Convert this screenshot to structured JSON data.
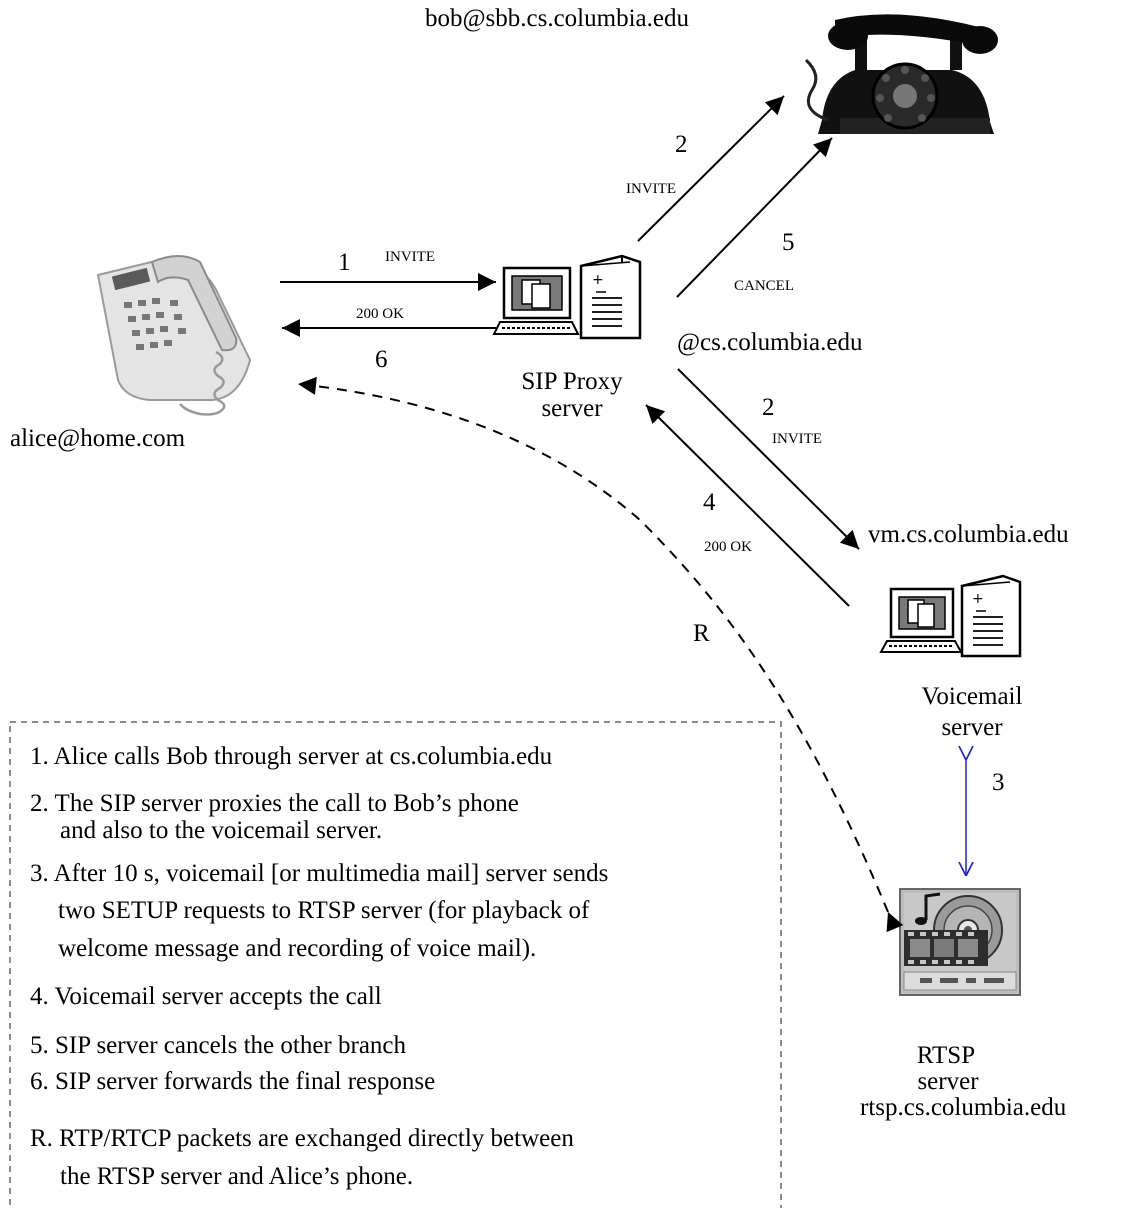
{
  "nodes": {
    "bob_address": "bob@sbb.cs.columbia.edu",
    "alice_address": "alice@home.com",
    "proxy_domain": "@cs.columbia.edu",
    "proxy_name_line1": "SIP Proxy",
    "proxy_name_line2": "server",
    "vm_domain": "vm.cs.columbia.edu",
    "vm_name_line1": "Voicemail",
    "vm_name_line2": "server",
    "rtsp_name_line1": "RTSP",
    "rtsp_name_line2": "server",
    "rtsp_domain": "rtsp.cs.columbia.edu"
  },
  "edges": {
    "e1_num": "1",
    "e1_label": "INVITE",
    "e6_label": "200 OK",
    "e6_num": "6",
    "e2a_num": "2",
    "e2a_label": "INVITE",
    "e5_num": "5",
    "e5_label": "CANCEL",
    "e2b_num": "2",
    "e2b_label": "INVITE",
    "e4_num": "4",
    "e4_label": "200 OK",
    "e3_num": "3",
    "eR_label": "R"
  },
  "notes": [
    "1. Alice calls Bob through server at cs.columbia.edu",
    "2. The SIP server proxies the call to Bob’s phone",
    "and also to the voicemail server.",
    "3. After 10 s, voicemail [or multimedia mail] server sends",
    "two SETUP requests to RTSP server (for playback of",
    "welcome message and recording of voice mail).",
    "4. Voicemail server accepts the call",
    "5. SIP server cancels the other branch",
    "6. SIP server forwards the final response",
    "R. RTP/RTCP packets are exchanged directly between",
    "the RTSP server and Alice’s phone."
  ],
  "colors": {
    "line": "#000000",
    "rtsp_link": "#2222cc"
  }
}
